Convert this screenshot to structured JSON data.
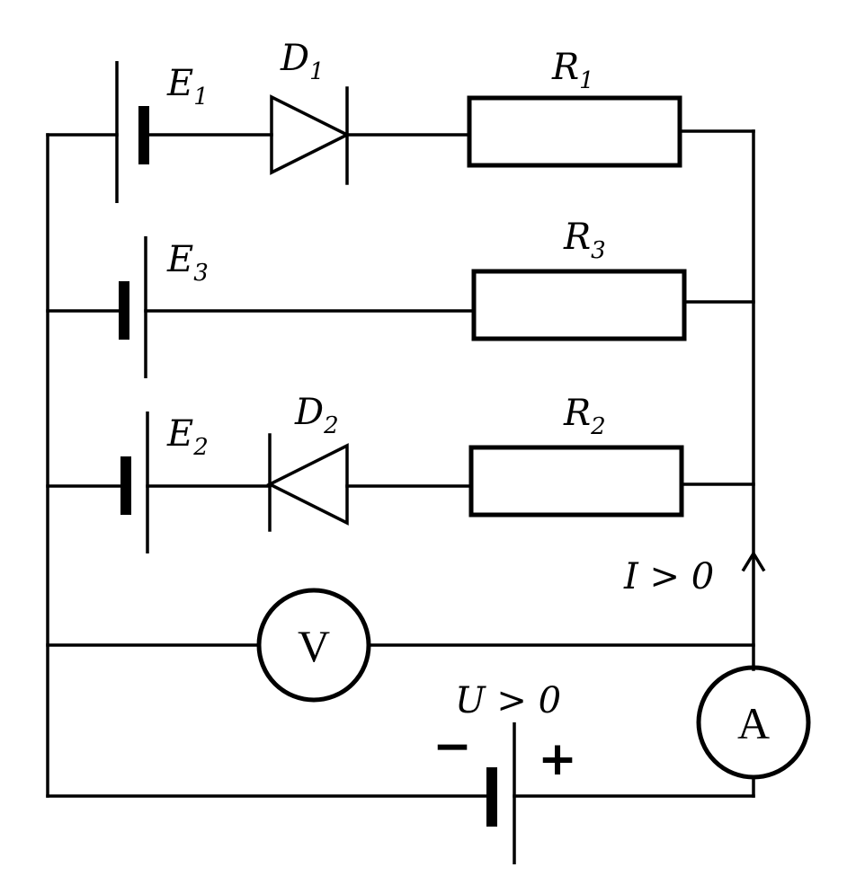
{
  "labels": {
    "e1": {
      "main": "E",
      "sub": "1"
    },
    "e3": {
      "main": "E",
      "sub": "3"
    },
    "e2": {
      "main": "E",
      "sub": "2"
    },
    "d1": {
      "main": "D",
      "sub": "1"
    },
    "d2": {
      "main": "D",
      "sub": "2"
    },
    "r1": {
      "main": "R",
      "sub": "1"
    },
    "r3": {
      "main": "R",
      "sub": "3"
    },
    "r2": {
      "main": "R",
      "sub": "2"
    },
    "current": "I > 0",
    "voltage": "U > 0",
    "voltmeter": "V",
    "ammeter": "A",
    "minus": "−",
    "plus": "+"
  }
}
